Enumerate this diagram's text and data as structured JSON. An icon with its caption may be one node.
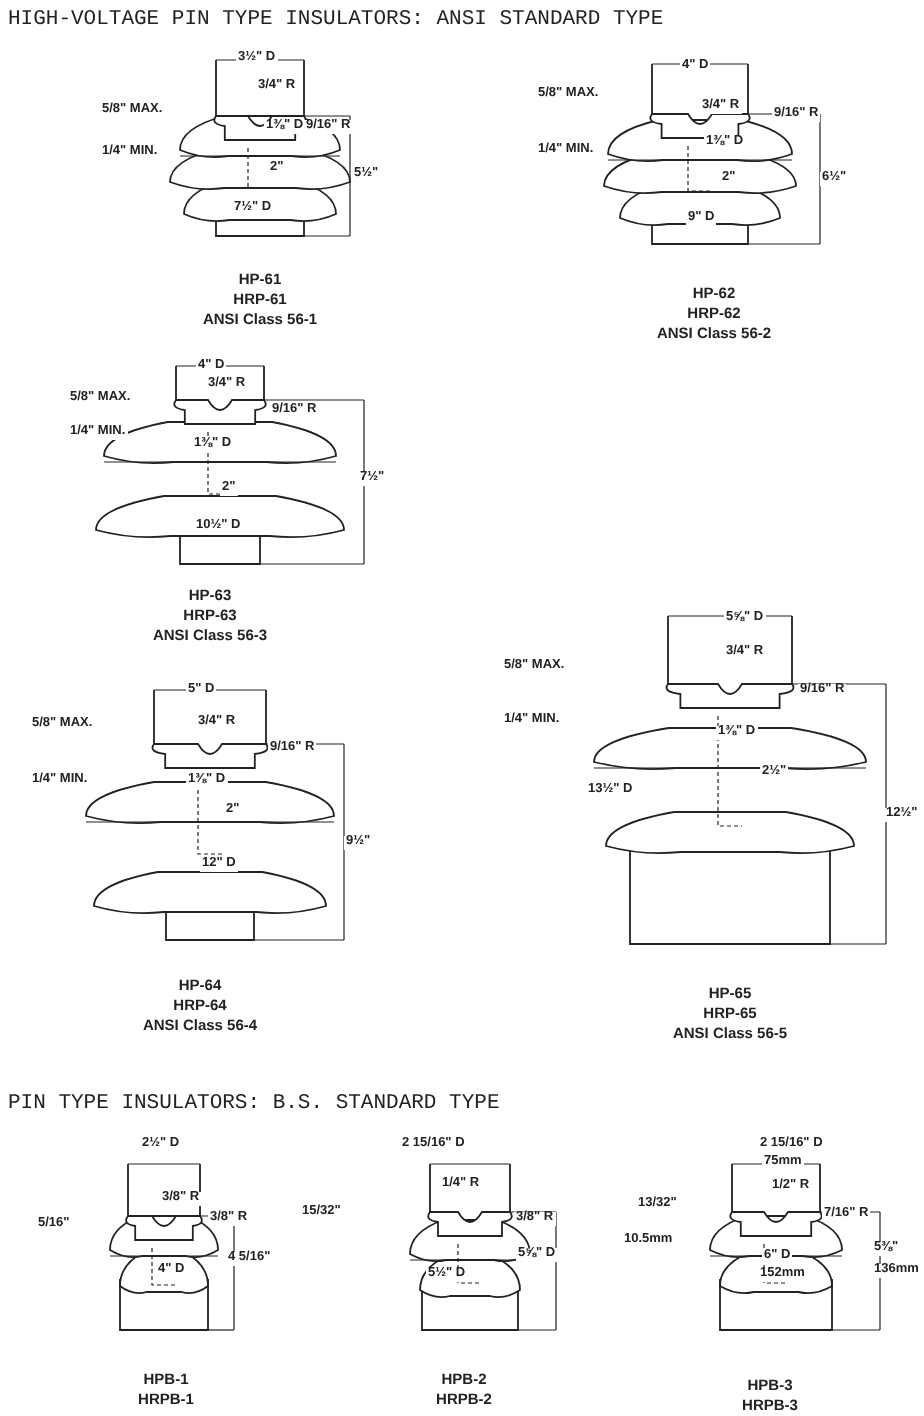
{
  "diagram": {
    "title": "HIGH-VOLTAGE PIN TYPE INSULATORS:  ANSI STANDARD TYPE",
    "labels": [
      "3½\" D",
      "3/4\" R",
      "5/8\" MAX.",
      "1⅜\" D",
      "9/16\" R",
      "1/4\" MIN.",
      "2\"",
      "5½\"",
      "7½\" D",
      "HP-61",
      "HRP-61",
      "ANSI Class 56-1",
      "4\" D",
      "5/8\" MAX.",
      "3/4\" R",
      "9/16\" R",
      "1⅜\" D",
      "1/4\" MIN.",
      "2\"",
      "6½\"",
      "9\" D",
      "HP-62",
      "HRP-62",
      "ANSI Class 56-2",
      "4\" D",
      "3/4\" R",
      "5/8\" MAX.",
      "9/16\" R",
      "1/4\" MIN.",
      "1⅜\" D",
      "2\"",
      "7½\"",
      "10½\" D",
      "HP-63",
      "HRP-63",
      "ANSI Class 56-3",
      "5\" D",
      "5/8\" MAX.",
      "3/4\" R",
      "9/16\" R",
      "1/4\" MIN.",
      "1⅜\" D",
      "2\"",
      "9½\"",
      "12\" D",
      "HP-64",
      "HRP-64",
      "ANSI Class 56-4",
      "5⅝\" D",
      "3/4\" R",
      "5/8\" MAX.",
      "9/16\" R",
      "1/4\" MIN.",
      "1⅜\" D",
      "2½\"",
      "13½\" D",
      "12½\"",
      "HP-65",
      "HRP-65",
      "ANSI Class 56-5",
      "PIN TYPE INSULATORS:  B.S. STANDARD TYPE",
      "2½\" D",
      "3/8\" R",
      "5/16\"",
      "3/8\" R",
      "4\" D",
      "4 5/16\"",
      "HPB-1",
      "HRPB-1",
      "2 15/16\" D",
      "1/4\" R",
      "15/32\"",
      "3/8\" R",
      "5½\" D",
      "5⅝\" D",
      "HPB-2",
      "HRPB-2",
      "2 15/16\" D",
      "75mm",
      "1/2\" R",
      "13/32\"",
      "10.5mm",
      "7/16\" R",
      "6\" D",
      "152mm",
      "5⅜\"",
      "136mm",
      "HPB-3",
      "HRPB-3"
    ]
  }
}
